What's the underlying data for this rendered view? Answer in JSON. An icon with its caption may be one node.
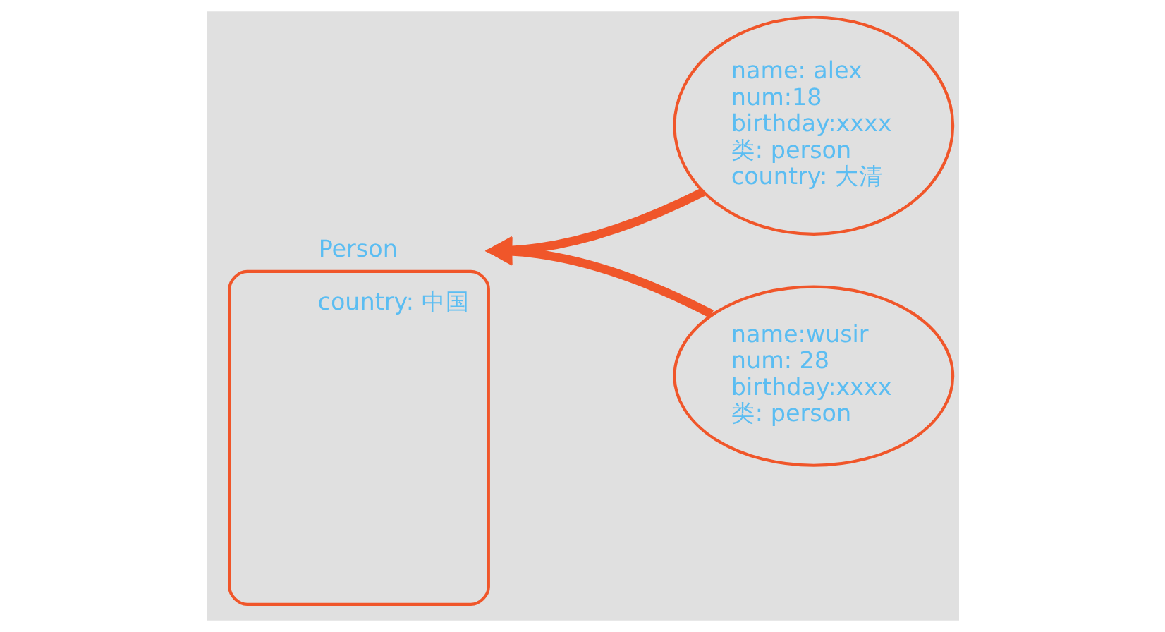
{
  "diagram": {
    "nodes": [
      {
        "text": [
          "Person",
          "country: 中国"
        ]
      },
      {
        "text": [
          "name: alex",
          "num:18",
          "birthday:xxxx",
          "类: person",
          "country: 大清"
        ]
      },
      {
        "text": [
          "name:wusir",
          "num: 28",
          "birthday:xxxx",
          "类: person"
        ]
      }
    ],
    "edges": [
      {
        "from": 1,
        "to": 0,
        "arrow": "to"
      },
      {
        "from": 2,
        "to": 0,
        "arrow": "to"
      }
    ]
  }
}
